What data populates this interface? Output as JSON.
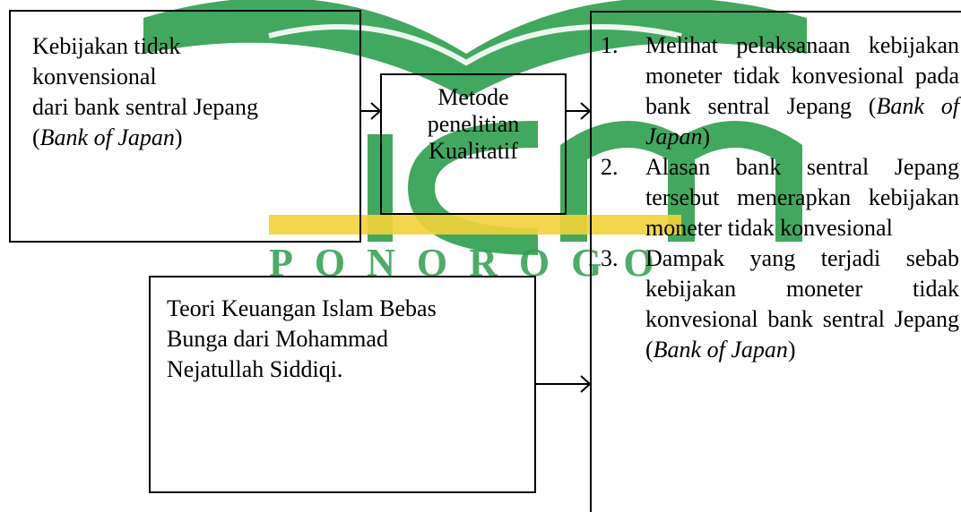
{
  "watermark": {
    "text": "PONOROGO",
    "color_green": "#2f9e4e",
    "color_yellow": "#f2d23a"
  },
  "box_left": {
    "line1": "Kebijakan tidak",
    "line2": "konvensional",
    "line3": "dari bank sentral Jepang",
    "line4_open": "(",
    "line4_italic": "Bank of Japan",
    "line4_close": ")"
  },
  "box_method": {
    "line1": "Metode",
    "line2": "penelitian",
    "line3": "Kualitatif"
  },
  "box_theory": {
    "line1": "Teori Keuangan Islam Bebas",
    "line2": "Bunga dari Mohammad",
    "line3": "Nejatullah Siddiqi."
  },
  "box_results": {
    "items": [
      {
        "num": "1.",
        "text": "Melihat pelaksanaan kebijakan moneter tidak konvesional pada bank sentral Jepang (",
        "italic": "Bank of Japan",
        "close": ")"
      },
      {
        "num": "2.",
        "text": "Alasan bank sentral Jepang tersebut menerapkan kebijakan moneter tidak konvesional",
        "italic": "",
        "close": ""
      },
      {
        "num": "3.",
        "text": "Dampak yang terjadi sebab kebijakan moneter tidak konvesional bank sentral Jepang (",
        "italic": "Bank of Japan",
        "close": ")"
      }
    ]
  }
}
